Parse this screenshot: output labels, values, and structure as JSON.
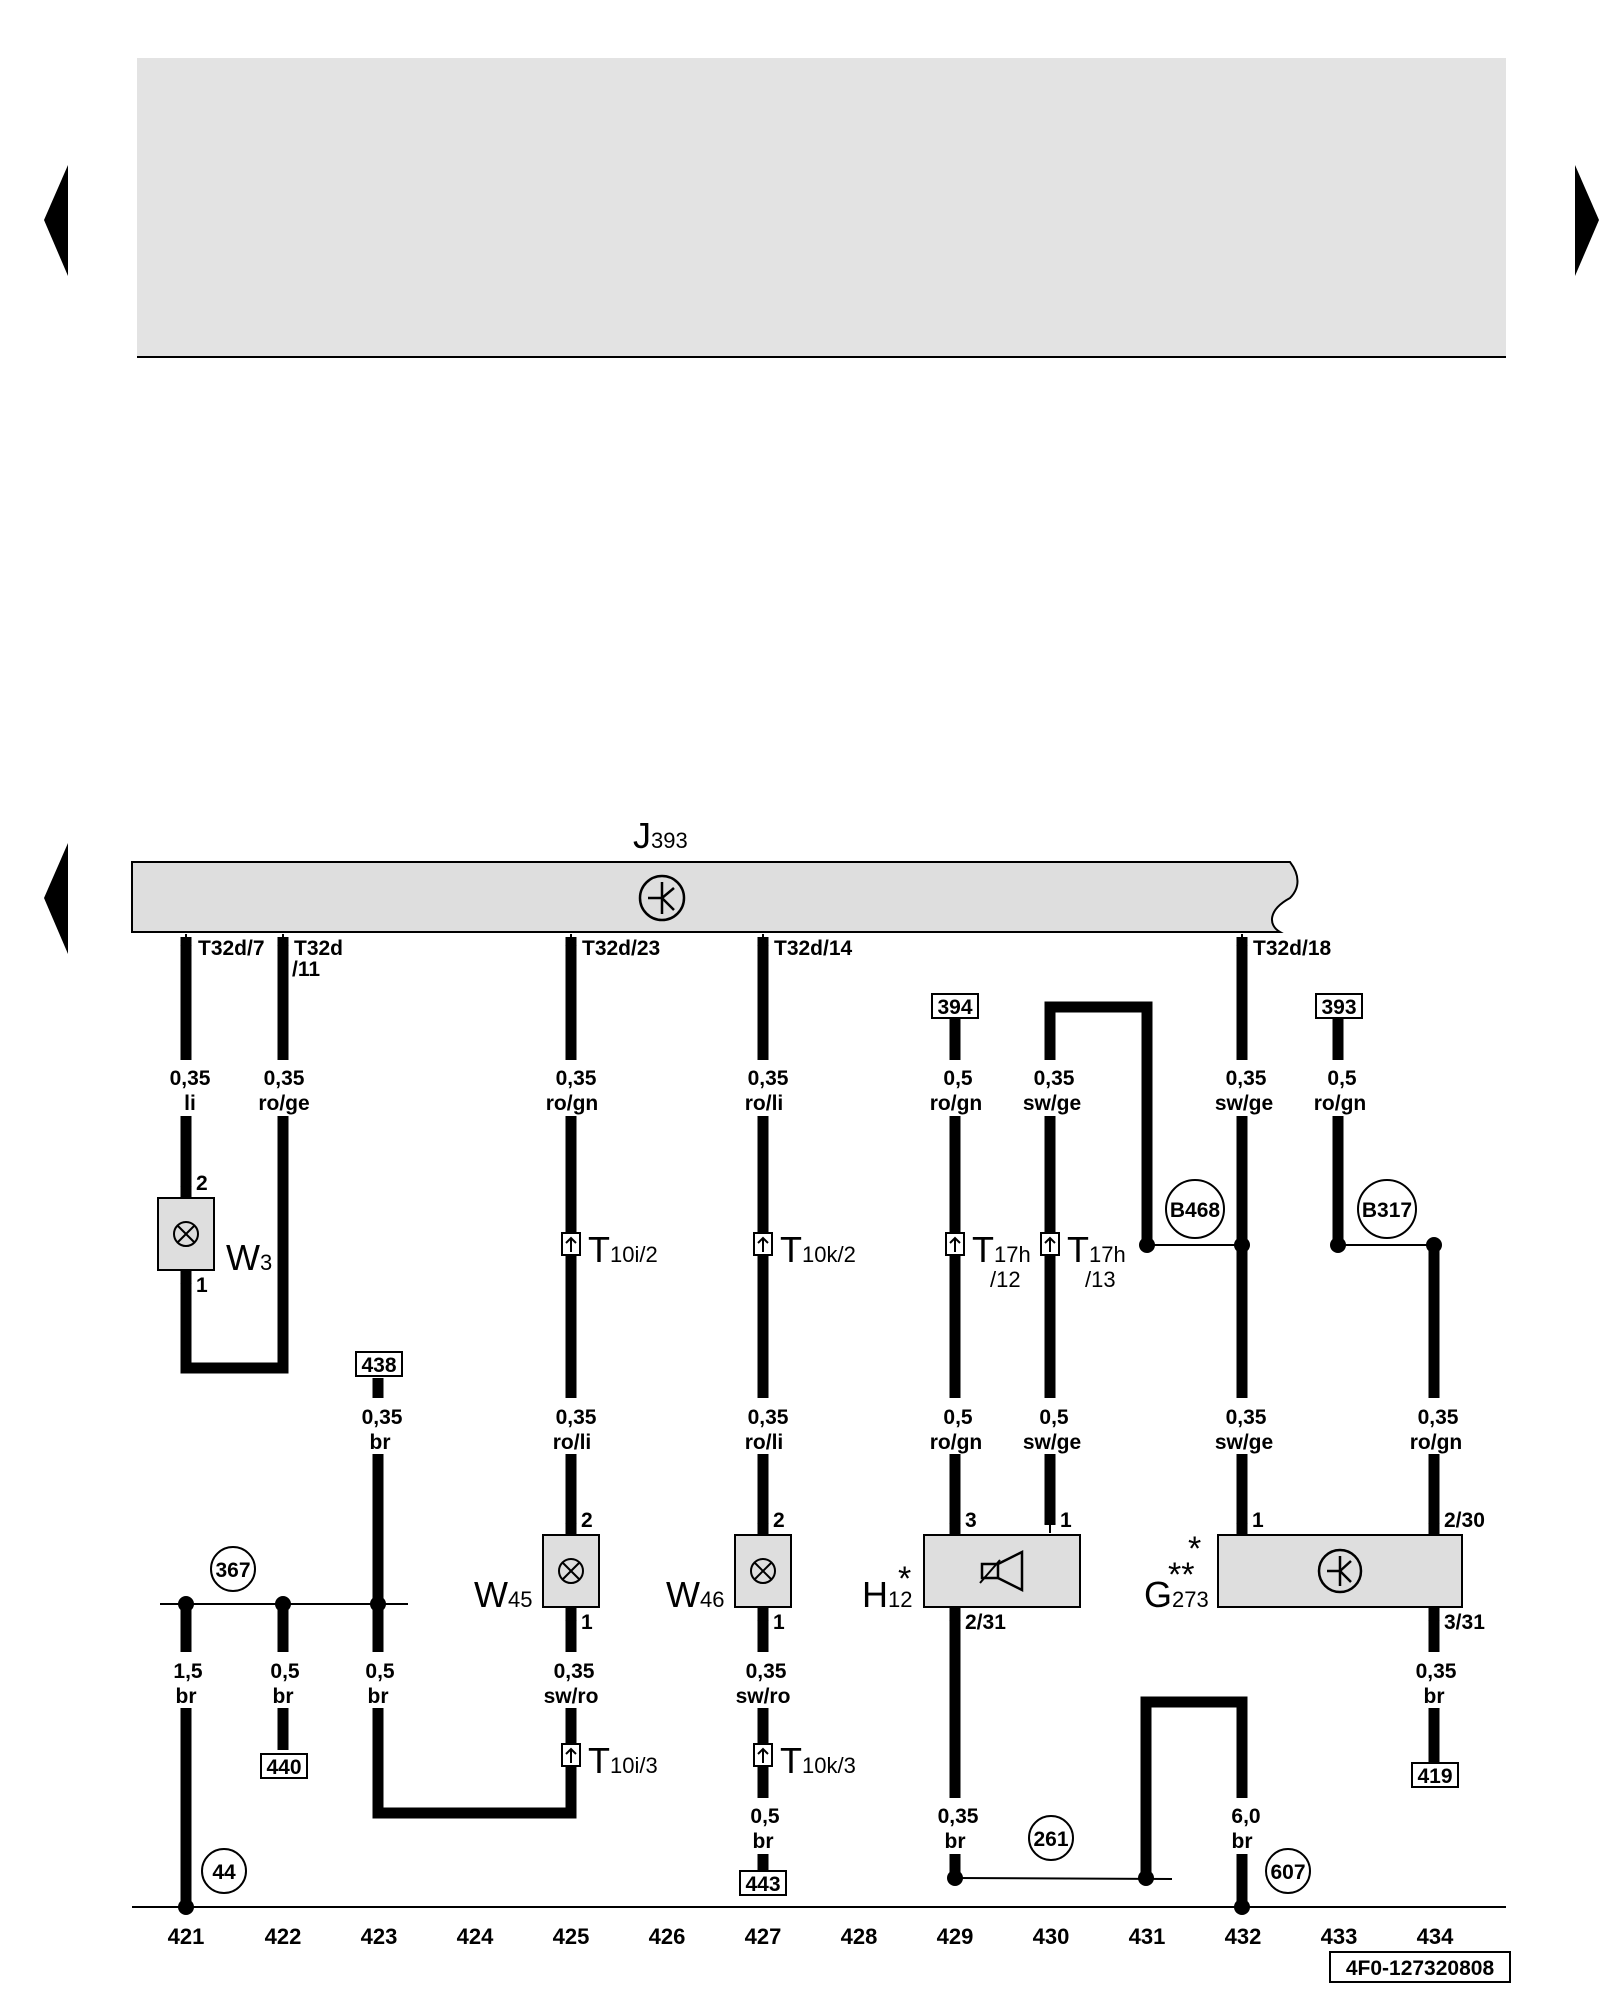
{
  "diagram": {
    "nav": {
      "prev_top": "previous-page",
      "next_top": "next-page",
      "prev_bottom": "previous-page"
    },
    "modules": {
      "J393": {
        "letter": "J",
        "number": "393"
      },
      "W3": {
        "letter": "W",
        "number": "3"
      },
      "W45": {
        "letter": "W",
        "number": "45"
      },
      "W46": {
        "letter": "W",
        "number": "46"
      },
      "H12": {
        "letter": "H",
        "number": "12",
        "mark": "*"
      },
      "G273": {
        "letter": "G",
        "number": "273",
        "mark_top": "*",
        "mark_bottom": "**"
      }
    },
    "pins": {
      "t32d_7": "T32d/7",
      "t32d_11a": "T32d",
      "t32d_11b": "/11",
      "t32d_23": "T32d/23",
      "t32d_14": "T32d/14",
      "t32d_18": "T32d/18",
      "w3_2": "2",
      "w3_1": "1",
      "w45_2": "2",
      "w45_1": "1",
      "w46_2": "2",
      "w46_1": "1",
      "h12_3": "3",
      "h12_1": "1",
      "h12_231": "2/31",
      "g273_1": "1",
      "g273_230": "2/30",
      "g273_331": "3/31"
    },
    "connectors": {
      "t10i2": {
        "t": "T",
        "sub": "10i/2"
      },
      "t10k2": {
        "t": "T",
        "sub": "10k/2"
      },
      "t17h12": {
        "t": "T",
        "sub": "17h",
        "line2": "/12"
      },
      "t17h13": {
        "t": "T",
        "sub": "17h",
        "line2": "/13"
      },
      "t10i3": {
        "t": "T",
        "sub": "10i/3"
      },
      "t10k3": {
        "t": "T",
        "sub": "10k/3"
      }
    },
    "wires": {
      "w1": {
        "size": "0,35",
        "color": "li"
      },
      "w2": {
        "size": "0,35",
        "color": "ro/ge"
      },
      "w3": {
        "size": "0,35",
        "color": "ro/gn"
      },
      "w4": {
        "size": "0,35",
        "color": "ro/li"
      },
      "w5": {
        "size": "0,5",
        "color": "ro/gn"
      },
      "w6": {
        "size": "0,35",
        "color": "sw/ge"
      },
      "w7": {
        "size": "0,35",
        "color": "sw/ge"
      },
      "w8": {
        "size": "0,5",
        "color": "ro/gn"
      },
      "w9": {
        "size": "0,35",
        "color": "br"
      },
      "w10": {
        "size": "0,35",
        "color": "ro/li"
      },
      "w11": {
        "size": "0,35",
        "color": "ro/li"
      },
      "w12": {
        "size": "0,5",
        "color": "ro/gn"
      },
      "w13": {
        "size": "0,5",
        "color": "sw/ge"
      },
      "w14": {
        "size": "0,35",
        "color": "sw/ge"
      },
      "w15": {
        "size": "0,35",
        "color": "ro/gn"
      },
      "w16": {
        "size": "1,5",
        "color": "br"
      },
      "w17": {
        "size": "0,5",
        "color": "br"
      },
      "w18": {
        "size": "0,5",
        "color": "br"
      },
      "w19": {
        "size": "0,35",
        "color": "sw/ro"
      },
      "w20": {
        "size": "0,35",
        "color": "sw/ro"
      },
      "w21": {
        "size": "0,35",
        "color": "br"
      },
      "w22": {
        "size": "0,5",
        "color": "br"
      },
      "w23": {
        "size": "0,35",
        "color": "br"
      },
      "w24": {
        "size": "6,0",
        "color": "br"
      }
    },
    "refs": {
      "r394": "394",
      "r393": "393",
      "r438": "438",
      "r440": "440",
      "r443": "443",
      "r419": "419"
    },
    "grounds": {
      "c367": "367",
      "c44": "44",
      "c261": "261",
      "c607": "607",
      "cB468": "B468",
      "cB317": "B317"
    },
    "track": [
      "421",
      "422",
      "423",
      "424",
      "425",
      "426",
      "427",
      "428",
      "429",
      "430",
      "431",
      "432",
      "433",
      "434"
    ],
    "doc_id": "4F0-127320808"
  }
}
